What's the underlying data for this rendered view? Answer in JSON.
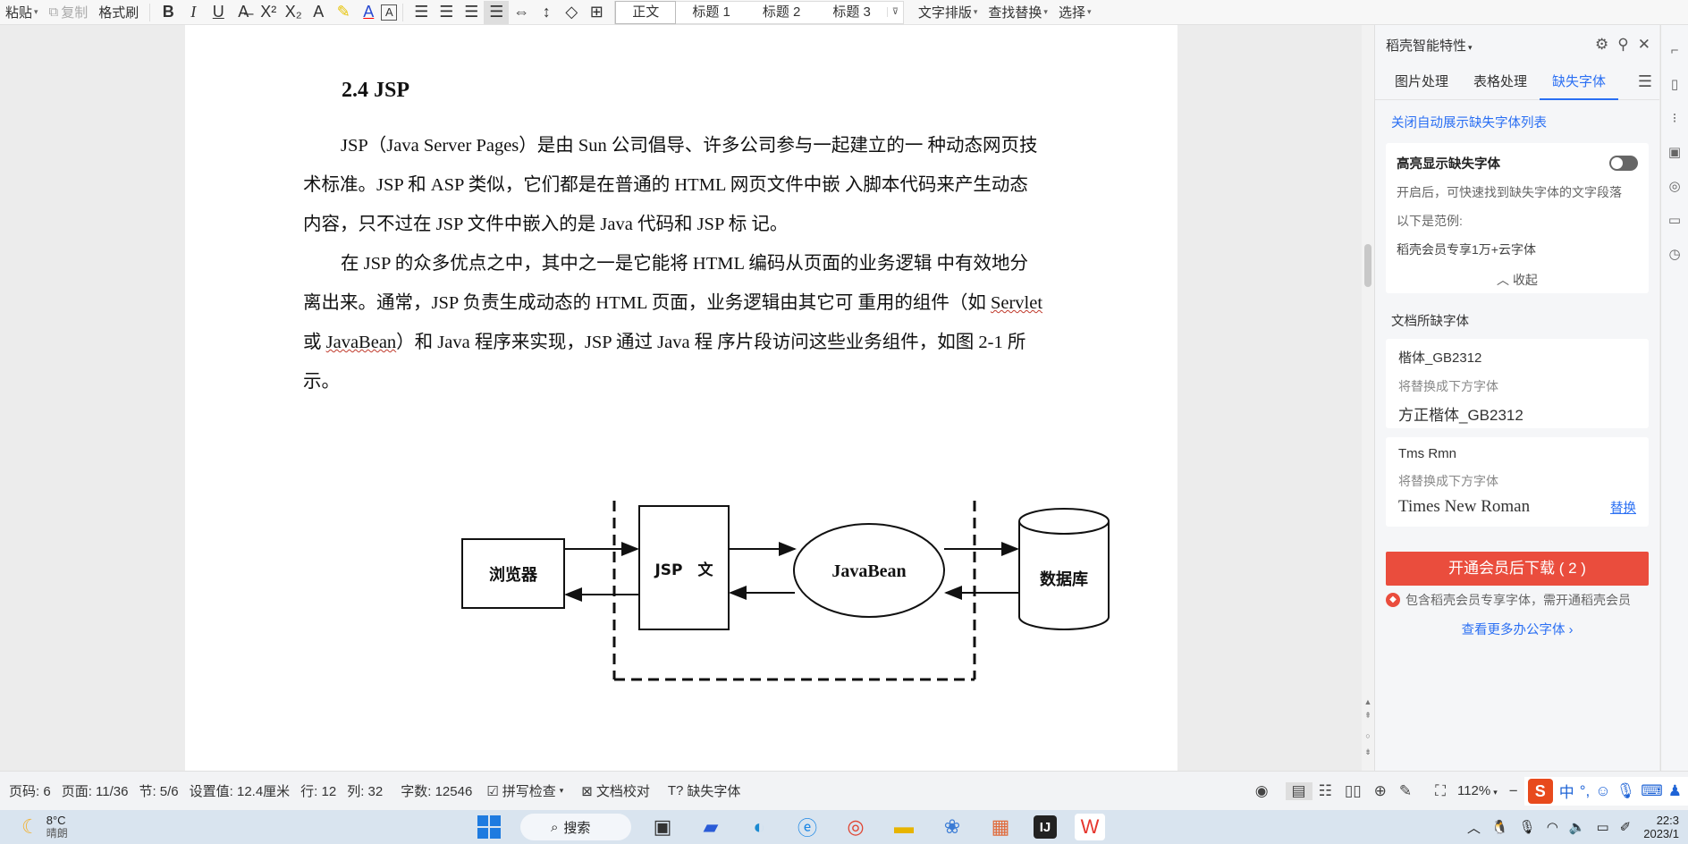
{
  "ribbon": {
    "paste": "粘贴",
    "copy": "复制",
    "format_painter": "格式刷",
    "styles": [
      "正文",
      "标题 1",
      "标题 2",
      "标题 3"
    ],
    "text_layout": "文字排版",
    "find_replace": "查找替换",
    "select": "选择"
  },
  "document": {
    "heading": "2.4 JSP",
    "para1_lines": [
      "JSP（Java Server Pages）是由 Sun 公司倡导、许多公司参与一起建立的一 种动态网页技",
      "术标准。JSP 和 ASP 类似，它们都是在普通的 HTML 网页文件中嵌 入脚本代码来产生动态",
      "内容，只不过在 JSP 文件中嵌入的是 Java 代码和 JSP 标 记。"
    ],
    "para2_line1": "在 JSP 的众多优点之中，其中之一是它能将 HTML 编码从页面的业务逻辑 中有效地分",
    "para2_line2_a": "离出来。通常，JSP 负责生成动态的 HTML 页面，业务逻辑由其它可 重用的组件（如 ",
    "para2_line2_b": "Servlet",
    "para2_line3_a": "或 ",
    "para2_line3_b": "JavaBean",
    "para2_line3_c": "）和 Java 程序来实现，JSP 通过 Java 程 序片段访问这些业务组件，如图 2-1 所",
    "para2_line4": "示。",
    "diagram": {
      "browser": "浏览器",
      "jsp": "JSP　文",
      "javabean": "JavaBean",
      "database": "数据库"
    }
  },
  "panel": {
    "title": "稻壳智能特性",
    "tabs": [
      "图片处理",
      "表格处理",
      "缺失字体"
    ],
    "close_auto_link": "关闭自动展示缺失字体列表",
    "highlight": {
      "title": "高亮显示缺失字体",
      "desc": "开启后，可快速找到缺失字体的文字段落",
      "example_label": "以下是范例:",
      "example": "稻壳会员专享1万+云字体",
      "collapse": "收起"
    },
    "missing_title": "文档所缺字体",
    "fonts": [
      {
        "name": "楷体_GB2312",
        "sub": "将替换成下方字体",
        "target": "方正楷体_GB2312"
      },
      {
        "name": "Tms Rmn",
        "sub": "将替换成下方字体",
        "target": "Times New Roman",
        "action": "替换"
      }
    ],
    "download_button": "开通会员后下载 ( 2 )",
    "vip_note": "包含稻壳会员专享字体，需开通稻壳会员",
    "more_link": "查看更多办公字体"
  },
  "status": {
    "page_code": "页码: 6",
    "page": "页面: 11/36",
    "section": "节: 5/6",
    "setting": "设置值: 12.4厘米",
    "row": "行: 12",
    "col": "列: 32",
    "words": "字数: 12546",
    "spell": "拼写检查",
    "proof": "文档校对",
    "missing_font": "缺失字体",
    "zoom": "112%"
  },
  "taskbar": {
    "temp": "8°C",
    "weather": "晴朗",
    "search": "搜索",
    "time": "22:3",
    "date": "2023/1"
  },
  "colors": {
    "accent": "#2a6ff3",
    "download_red": "#ea4d3d"
  }
}
